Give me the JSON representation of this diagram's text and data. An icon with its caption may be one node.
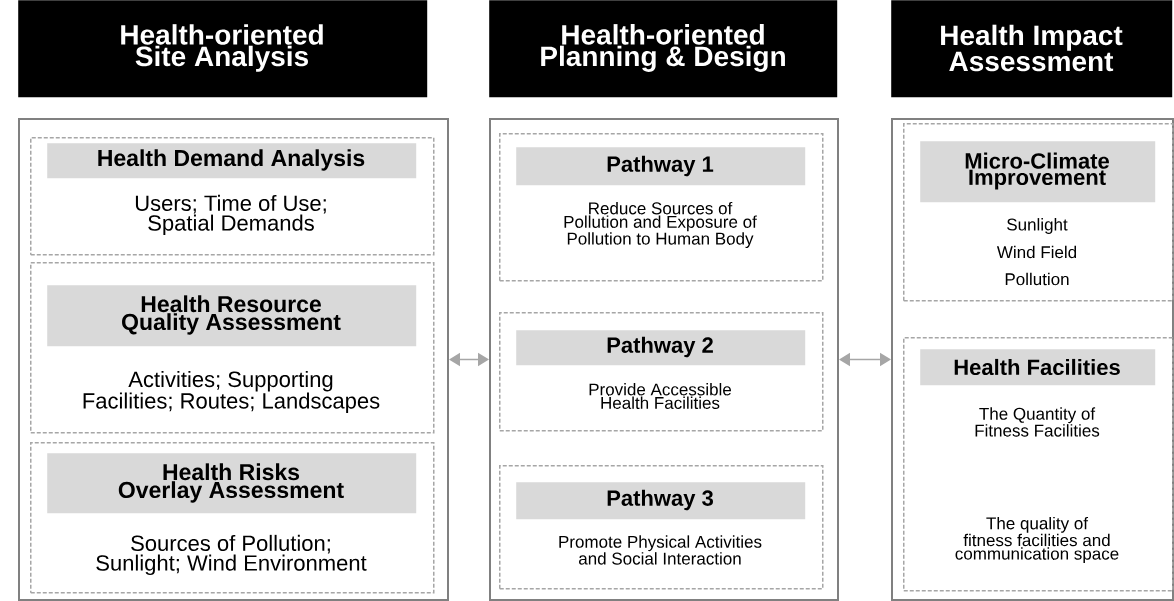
{
  "diagram": {
    "nodes": [
      {
        "text": [
          "Health-oriented Site Analysis"
        ]
      },
      {
        "text": [
          "Health Demand Analysis",
          "Users; Time of Use; Spatial Demands"
        ],
        "in": 0
      },
      {
        "text": [
          "Health Resource Quality Assessment",
          "Activities; Supporting Facilities; Routes; Landscapes"
        ],
        "in": 0
      },
      {
        "text": [
          "Health Risks Overlay Assessment",
          "Sources of Pollution; Sunlight; Wind Environment"
        ],
        "in": 0
      },
      {
        "text": [
          "Health-oriented Planning & Design"
        ]
      },
      {
        "text": [
          "Pathway 1",
          "Reduce Sources of Pollution and Exposure of Pollution to Human Body"
        ],
        "in": 4
      },
      {
        "text": [
          "Pathway 2",
          "Provide Accessible Health Facilities"
        ],
        "in": 4
      },
      {
        "text": [
          "Pathway 3",
          "Promote Physical Activities and Social Interaction"
        ],
        "in": 4
      },
      {
        "text": [
          "Health Impact Assessment"
        ]
      },
      {
        "text": [
          "Micro-Climate Improvement",
          "Sunlight",
          "Wind Field",
          "Pollution"
        ],
        "in": 8
      },
      {
        "text": [
          "Health Facilities",
          "The Quantity of Fitness Facilities",
          "The quality of fitness facilities and communication space"
        ],
        "in": 8
      }
    ],
    "edges": [
      {
        "from": 0,
        "to": 4,
        "arrow": "both"
      },
      {
        "from": 4,
        "to": 8,
        "arrow": "both"
      }
    ]
  }
}
